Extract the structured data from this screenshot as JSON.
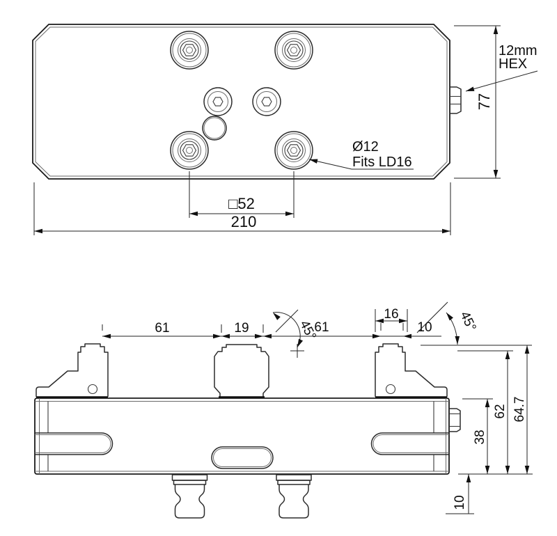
{
  "drawing": {
    "type": "technical-drawing",
    "line_color": "#1a1a1a",
    "background": "#ffffff"
  },
  "top_view": {
    "dims": {
      "overall_width": "210",
      "bolt_pattern": "□52",
      "overall_depth": "77"
    },
    "notes": {
      "hex_line1": "12mm",
      "hex_line2": "HEX",
      "hole_line1": "Ø12",
      "hole_line2": "Fits LD16"
    }
  },
  "front_view": {
    "dims": {
      "span_left": "61",
      "center_width": "19",
      "span_right": "61",
      "boss_width": "16",
      "edge_offset": "10",
      "angle_center": "45°",
      "angle_right": "45°",
      "body_height": "38",
      "jaw_top_height": "62",
      "overall_height": "64.7",
      "stud_height": "10"
    }
  }
}
